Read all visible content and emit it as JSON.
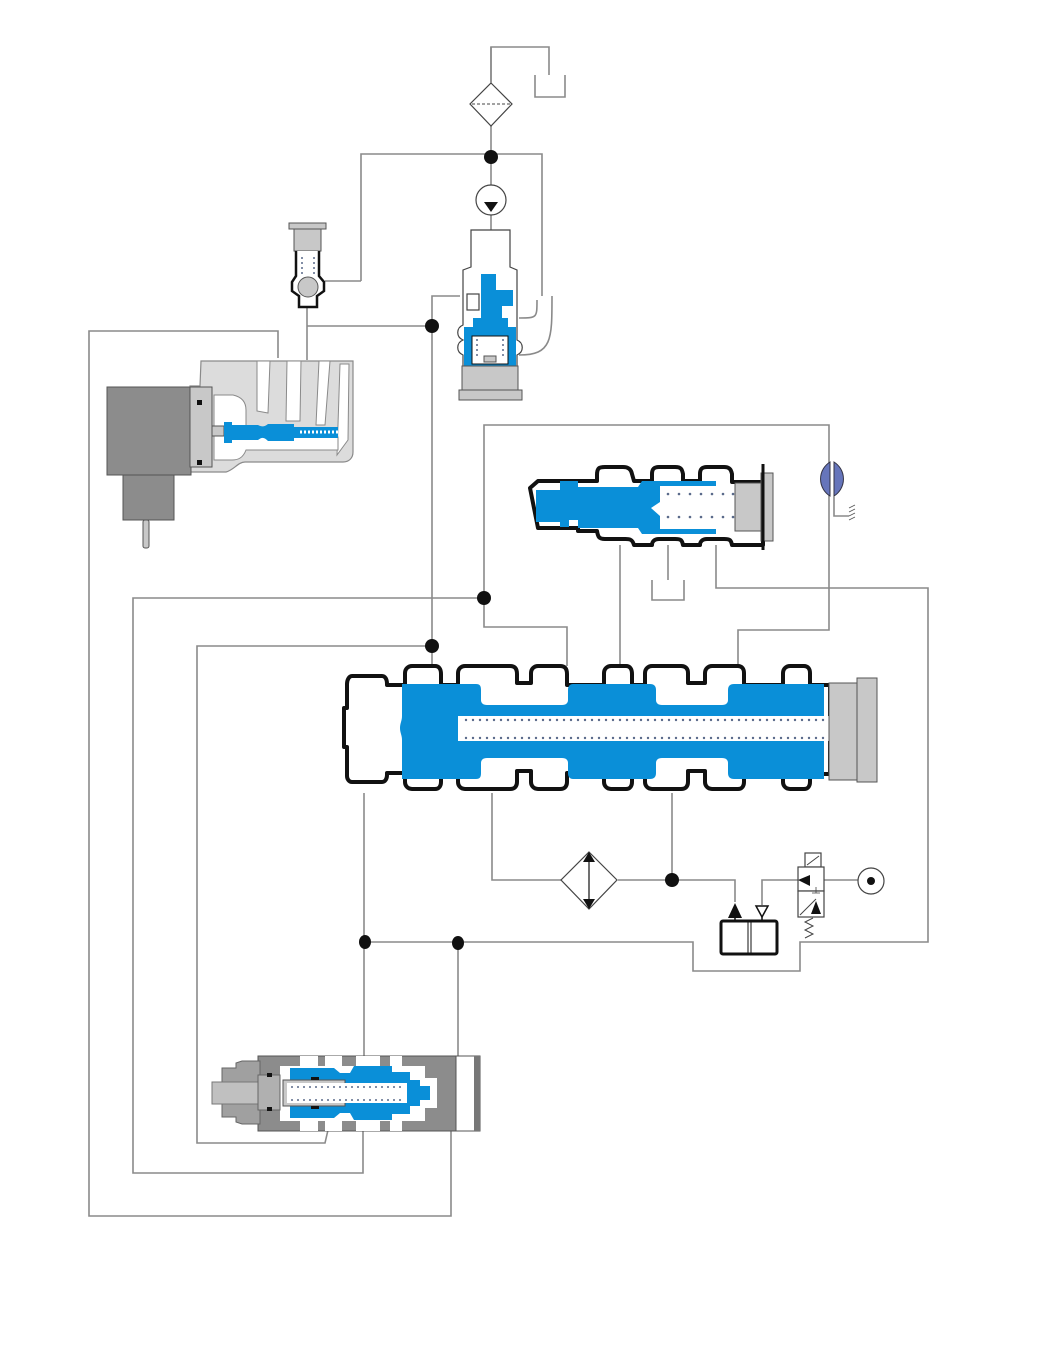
{
  "diagram": {
    "type": "hydraulic-schematic",
    "title": "",
    "colors": {
      "background": "#ffffff",
      "fluid_blue": "#0a8fd8",
      "housing_grey": "#c8c8c8",
      "pipe_line": "#8a8a8a",
      "outline": "#111111",
      "sensor_blue": "#6675bb"
    },
    "components": [
      {
        "id": "return-filter",
        "kind": "filter"
      },
      {
        "id": "tank-top",
        "kind": "reservoir"
      },
      {
        "id": "pump",
        "kind": "hydraulic-pump"
      },
      {
        "id": "pressure-relief-valve",
        "kind": "valve-cutaway"
      },
      {
        "id": "check-valve",
        "kind": "ball-check-valve"
      },
      {
        "id": "solenoid-valve",
        "kind": "solenoid-valve-cutaway"
      },
      {
        "id": "pilot-valve",
        "kind": "spool-valve-cutaway"
      },
      {
        "id": "tank-middle",
        "kind": "reservoir"
      },
      {
        "id": "speed-sensor",
        "kind": "sensor"
      },
      {
        "id": "main-spool-valve",
        "kind": "spool-valve-cutaway"
      },
      {
        "id": "cooler",
        "kind": "heat-exchanger"
      },
      {
        "id": "shuttle-block",
        "kind": "two-position-block"
      },
      {
        "id": "directional-solenoid-valve",
        "kind": "3-2-solenoid-valve"
      },
      {
        "id": "pressure-source",
        "kind": "pressure-source"
      },
      {
        "id": "regulator-valve",
        "kind": "spool-valve-cutaway"
      }
    ],
    "junction_count": 8,
    "labels": []
  }
}
